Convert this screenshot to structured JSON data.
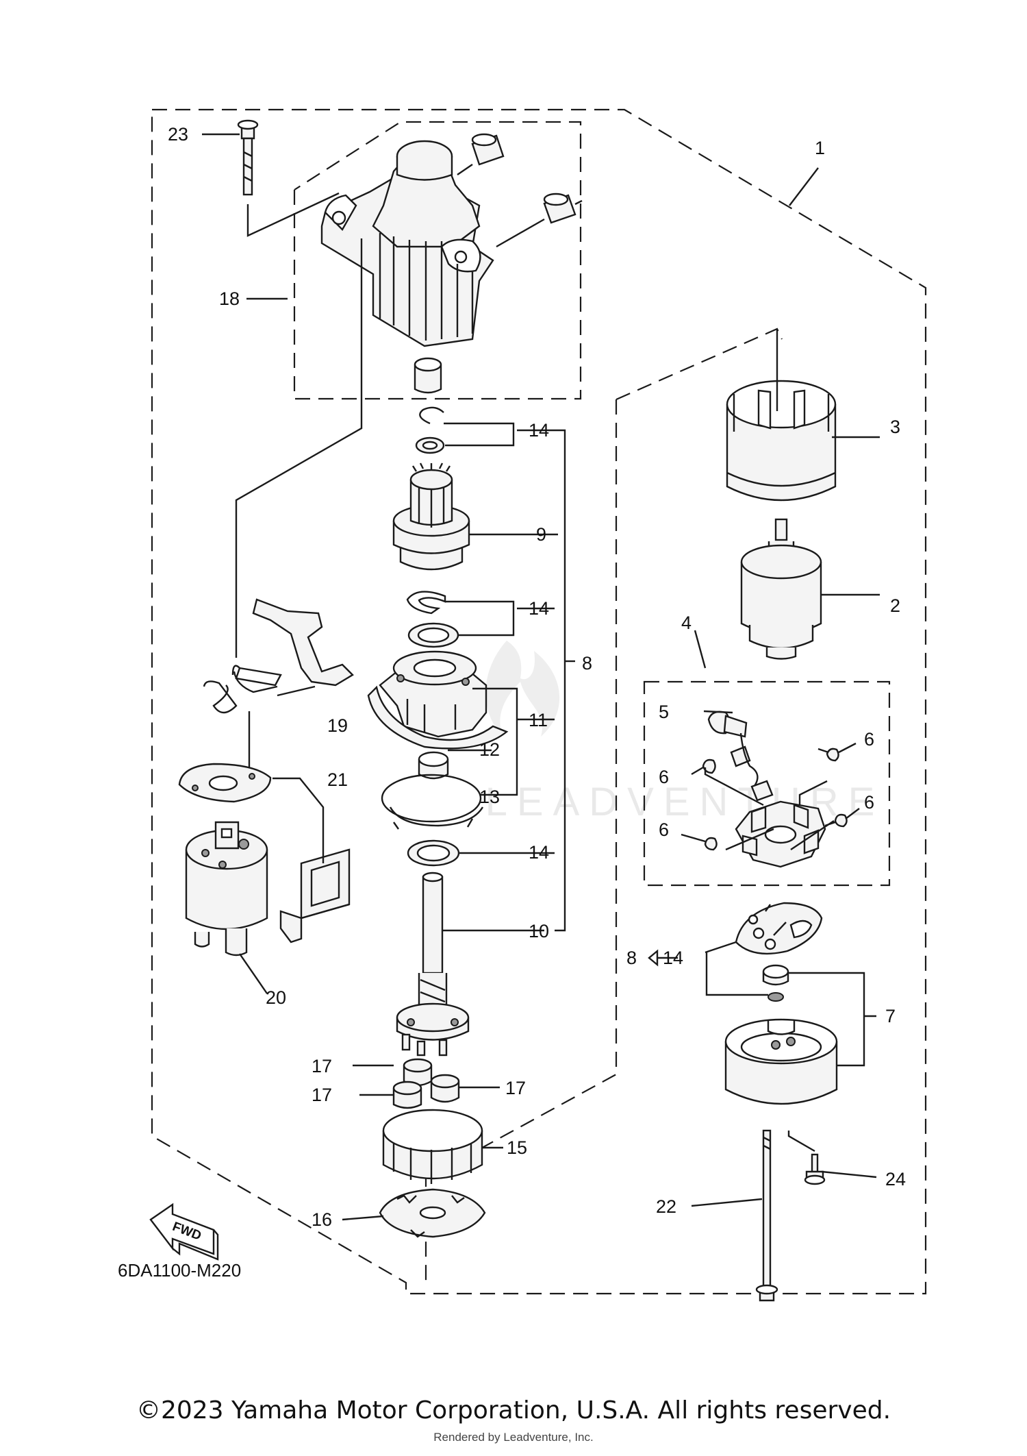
{
  "diagram_code": "6DA1100-M220",
  "fwd_label": "FWD",
  "watermark": "LEADVENTURE",
  "copyright": "©2023 Yamaha Motor Corporation, U.S.A. All rights reserved.",
  "rendered_by": "Rendered by Leadventure, Inc.",
  "callouts": {
    "c1": "1",
    "c2": "2",
    "c3": "3",
    "c4": "4",
    "c5": "5",
    "c6": "6",
    "c7": "7",
    "c8": "8",
    "c9": "9",
    "c10": "10",
    "c11": "11",
    "c12": "12",
    "c13": "13",
    "c14": "14",
    "c15": "15",
    "c16": "16",
    "c17": "17",
    "c18": "18",
    "c19": "19",
    "c20": "20",
    "c21": "21",
    "c22": "22",
    "c23": "23",
    "c24": "24"
  }
}
